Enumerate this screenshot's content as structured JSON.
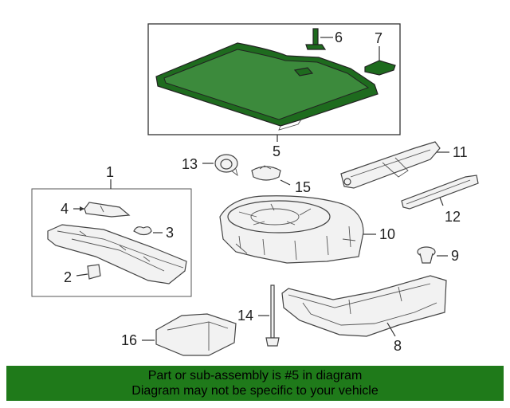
{
  "callouts": {
    "c1": "1",
    "c2": "2",
    "c3": "3",
    "c4": "4",
    "c5": "5",
    "c6": "6",
    "c7": "7",
    "c8": "8",
    "c9": "9",
    "c10": "10",
    "c11": "11",
    "c12": "12",
    "c13": "13",
    "c14": "14",
    "c15": "15",
    "c16": "16"
  },
  "banner": {
    "line1": "Part or sub-assembly is #5 in diagram",
    "line2": "Diagram may not be specific to your vehicle"
  },
  "colors": {
    "highlight": "#1e6b1e",
    "banner": "#1f7a1a"
  }
}
